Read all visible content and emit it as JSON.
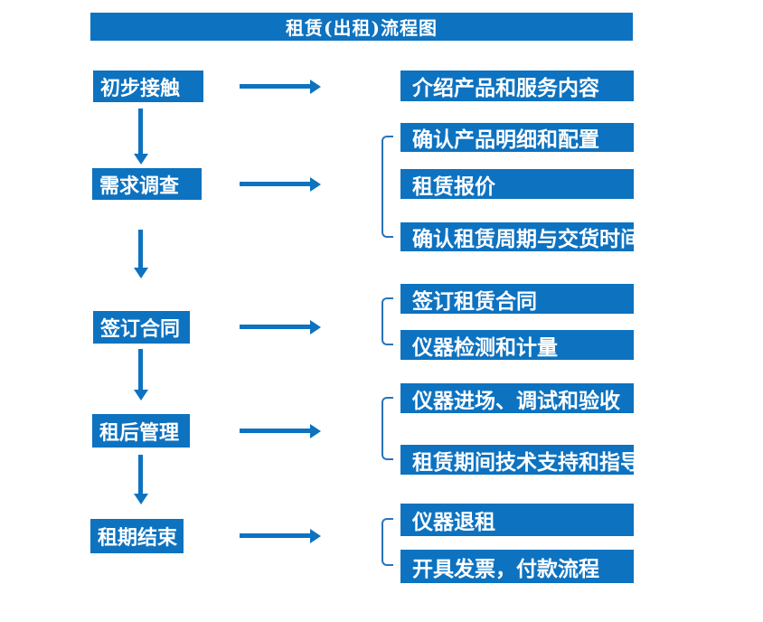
{
  "title": "租赁(出租)流程图",
  "colors": {
    "primary": "#0d72c0",
    "bracket": "#2a73b9",
    "text": "#ffffff",
    "background": "#ffffff"
  },
  "stages": [
    {
      "label": "初步接触",
      "outputs": [
        "介绍产品和服务内容"
      ]
    },
    {
      "label": "需求调查",
      "outputs": [
        "确认产品明细和配置",
        "租赁报价",
        "确认租赁周期与交货时间"
      ]
    },
    {
      "label": "签订合同",
      "outputs": [
        "签订租赁合同",
        "仪器检测和计量"
      ]
    },
    {
      "label": "租后管理",
      "outputs": [
        "仪器进场、调试和验收",
        "租赁期间技术支持和指导"
      ]
    },
    {
      "label": "租期结束",
      "outputs": [
        "仪器退租",
        "开具发票，付款流程"
      ]
    }
  ]
}
